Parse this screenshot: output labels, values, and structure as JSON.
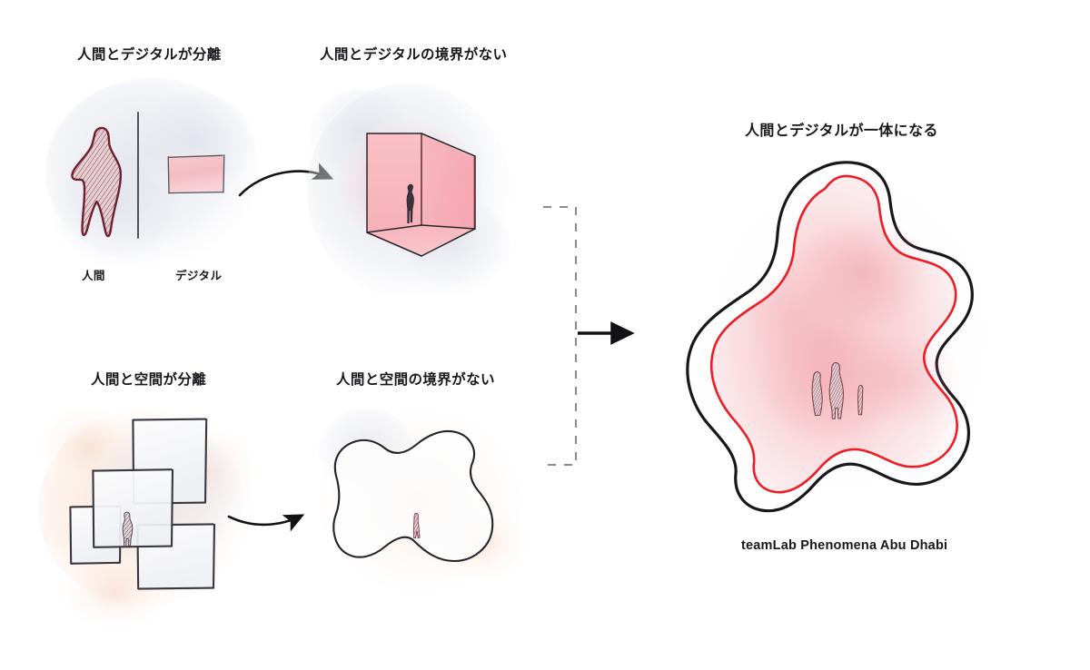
{
  "page": {
    "background_color": "#ffffff",
    "ink_color": "#17171c",
    "accent_red": "#ee1c25",
    "figure_maroon": "#7a3340",
    "wash_pink": "#f4b8bd",
    "wash_peach": "#f7d9c6",
    "wash_gray": "#e7e8ee"
  },
  "panels": {
    "top_left": {
      "caption": "人間とデジタルが分離",
      "labels": {
        "left": "人間",
        "right": "デジタル"
      },
      "elements": {
        "human_figure": "sketched-human-figure",
        "divider": "vertical-divider-line",
        "screen": "pink-screen-rectangle"
      }
    },
    "top_mid": {
      "caption": "人間とデジタルの境界がない",
      "elements": {
        "room": "pink-isometric-room",
        "figure": "standing-human-figure"
      }
    },
    "bottom_left": {
      "caption": "人間と空間が分離",
      "elements": {
        "squares": "four-overlapping-squares",
        "figure": "hatched-human-figure"
      }
    },
    "bottom_mid": {
      "caption": "人間と空間の境界がない",
      "elements": {
        "blob": "organic-blob-outline",
        "figure": "small-human-figure"
      }
    },
    "main": {
      "caption": "人間とデジタルが一体になる",
      "credit": "teamLab Phenomena Abu Dhabi",
      "elements": {
        "outer_outline": "black-blob-outline",
        "inner_outline": "red-blob-outline",
        "fill": "pink-watercolor-fill",
        "figures": "three-human-figures"
      }
    }
  },
  "connectors": {
    "arrow_top": "curved-arrow-right",
    "arrow_bottom": "curved-arrow-right",
    "bracket": "dashed-grouping-bracket",
    "arrow_main": "straight-arrow-right"
  }
}
